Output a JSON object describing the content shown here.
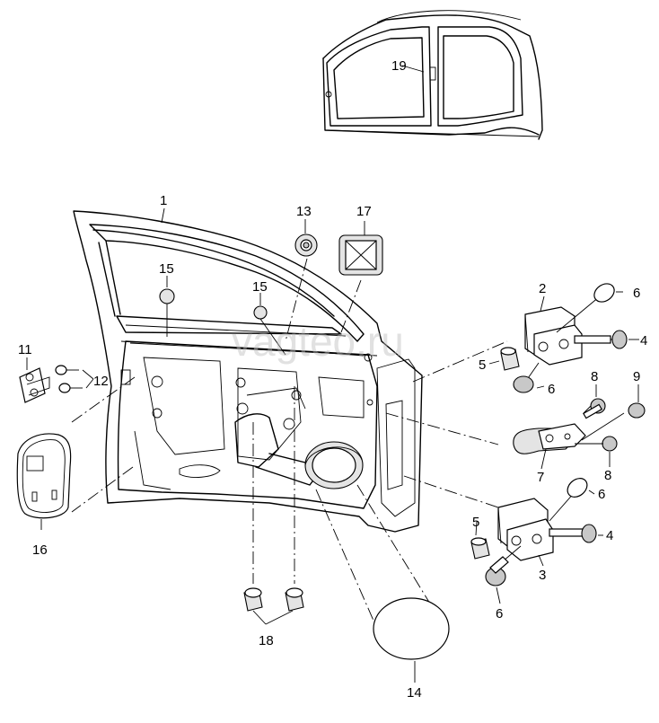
{
  "watermark": "vagteo.ru",
  "callouts": {
    "c1": "1",
    "c2": "2",
    "c3": "3",
    "c4a": "4",
    "c4b": "4",
    "c5a": "5",
    "c5b": "5",
    "c6a": "6",
    "c6b": "6",
    "c6c": "6",
    "c6d": "6",
    "c7": "7",
    "c8a": "8",
    "c8b": "8",
    "c9": "9",
    "c11": "11",
    "c12": "12",
    "c13": "13",
    "c14": "14",
    "c15a": "15",
    "c15b": "15",
    "c16": "16",
    "c17": "17",
    "c18": "18",
    "c19": "19"
  }
}
